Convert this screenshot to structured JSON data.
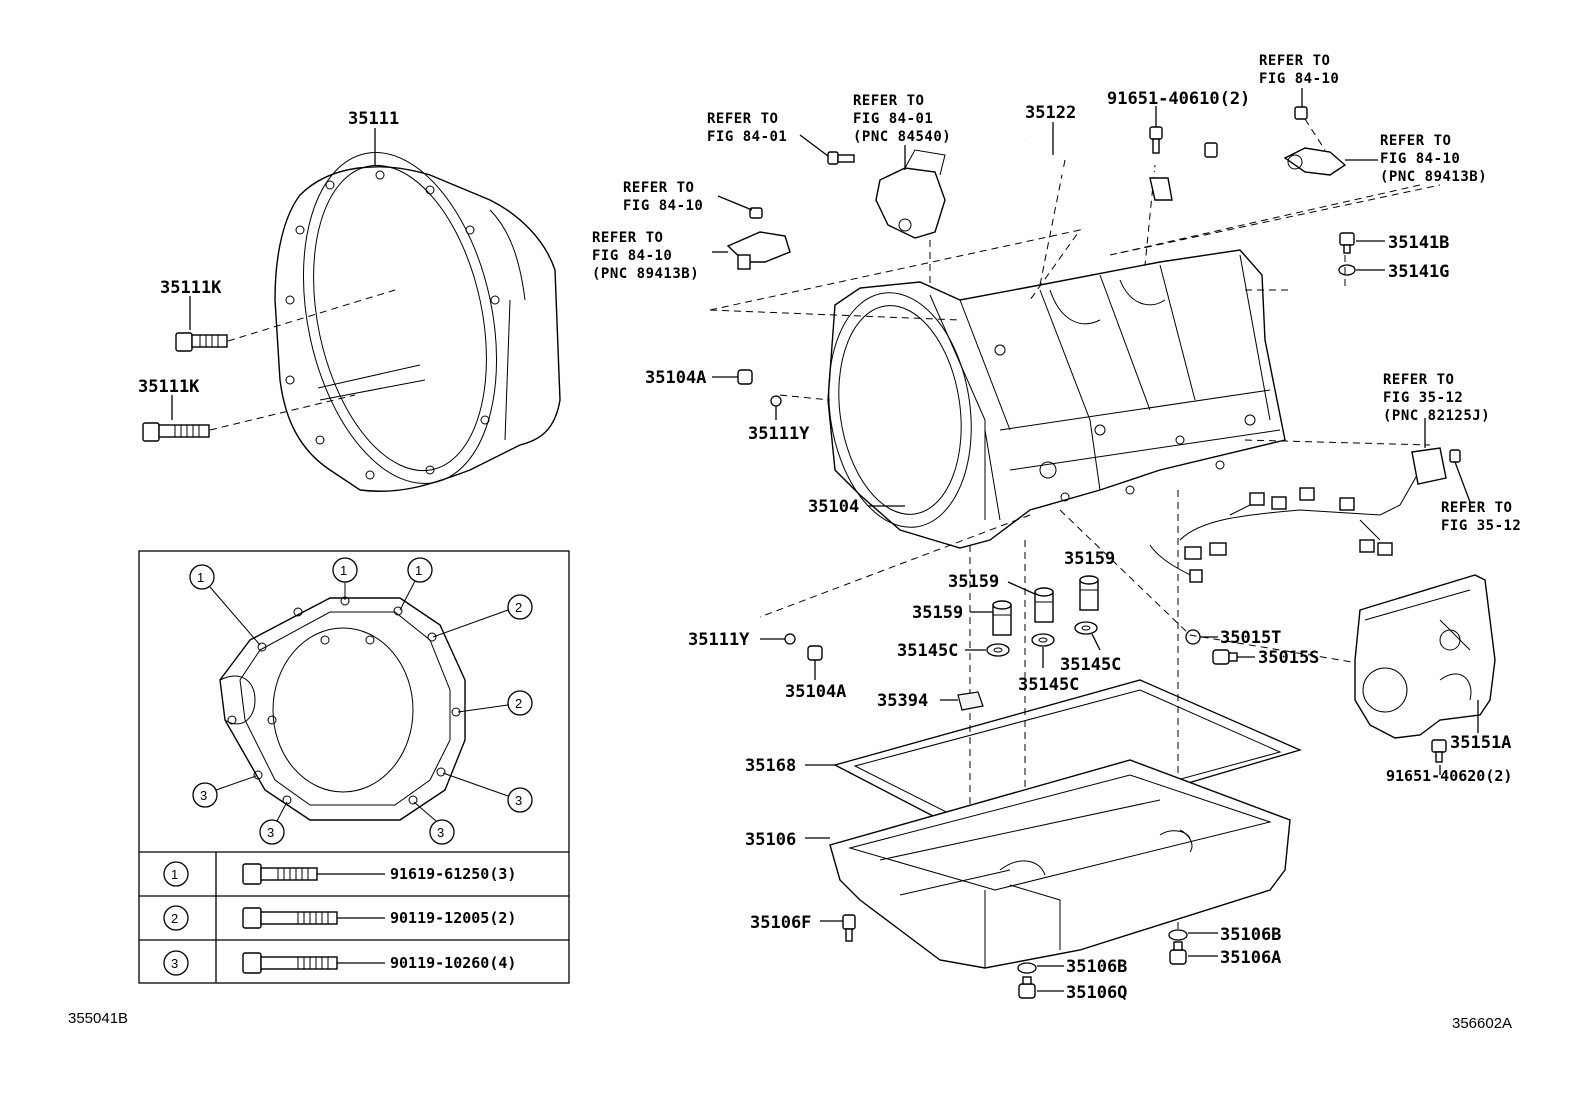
{
  "labels": {
    "p35111": "35111",
    "p35111k_a": "35111K",
    "p35111k_b": "35111K",
    "p35104a_top": "35104A",
    "p35111y_top": "35111Y",
    "p35104": "35104",
    "p35122": "35122",
    "p91651_40610": "91651-40610(2)",
    "p35141b": "35141B",
    "p35141g": "35141G",
    "p35159_a": "35159",
    "p35159_b": "35159",
    "p35159_c": "35159",
    "p35145c_a": "35145C",
    "p35145c_b": "35145C",
    "p35145c_c": "35145C",
    "p35111y_bot": "35111Y",
    "p35104a_bot": "35104A",
    "p35015t": "35015T",
    "p35015s": "35015S",
    "p35394": "35394",
    "p35168": "35168",
    "p35106": "35106",
    "p35106f": "35106F",
    "p35106b_a": "35106B",
    "p35106b_b": "35106B",
    "p35106a": "35106A",
    "p35106q": "35106Q",
    "p35151a": "35151A",
    "p91651_40620": "91651-40620(2)"
  },
  "references": {
    "r1": [
      "REFER TO",
      "FIG 84-01"
    ],
    "r2": [
      "REFER TO",
      "FIG 84-01",
      "(PNC 84540)"
    ],
    "r3": [
      "REFER TO",
      "FIG 84-10"
    ],
    "r4": [
      "REFER TO",
      "FIG 84-10",
      "(PNC 89413B)"
    ],
    "r5": [
      "REFER TO",
      "FIG 84-10"
    ],
    "r6": [
      "REFER TO",
      "FIG 84-10",
      "(PNC 89413B)"
    ],
    "r7": [
      "REFER TO",
      "FIG 35-12",
      "(PNC 82125J)"
    ],
    "r8": [
      "REFER TO",
      "FIG 35-12"
    ]
  },
  "inset": {
    "bolt_markers": [
      "1",
      "1",
      "1",
      "2",
      "2",
      "3",
      "3",
      "3",
      "3"
    ],
    "table": [
      {
        "key": "1",
        "part": "91619-61250(3)"
      },
      {
        "key": "2",
        "part": "90119-12005(2)"
      },
      {
        "key": "3",
        "part": "90119-10260(4)"
      }
    ]
  },
  "footer": {
    "left_code": "355041B",
    "right_code": "356602A"
  }
}
